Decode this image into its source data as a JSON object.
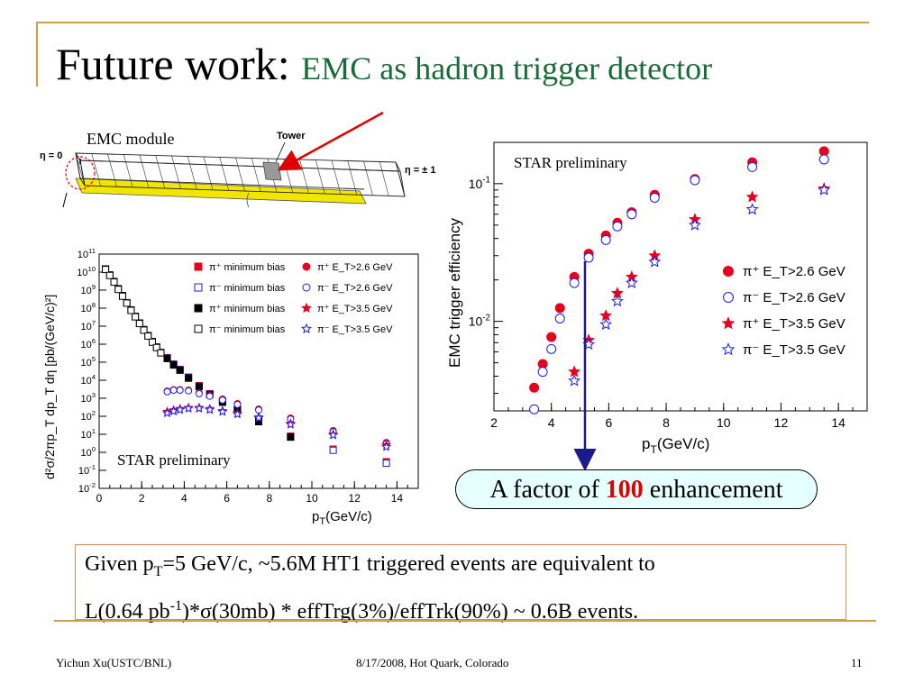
{
  "slide": {
    "title_main": "Future work: ",
    "title_sub": "EMC as hadron trigger detector",
    "page_number": "11"
  },
  "emc_module": {
    "label": "EMC module",
    "tower_label": "Tower",
    "eta0_label": "η = 0",
    "eta1_label": "η = ± 1"
  },
  "callout": {
    "prefix": "A factor of ",
    "number": "100",
    "suffix": " enhancement"
  },
  "info_box": {
    "line1_a": "Given p",
    "line1_sub": "T",
    "line1_b": "=5 GeV/c, ~5.6M HT1 triggered events are equivalent to",
    "line2_a": "L(0.64 pb",
    "line2_sup": "-1",
    "line2_b": ")*σ(30mb) * effTrg(3%)/effTrk(90%) ~ 0.6B events."
  },
  "footer": {
    "author": "Yichun Xu(USTC/BNL)",
    "event": "8/17/2008, Hot Quark, Colorado",
    "page": "11"
  },
  "colors": {
    "frame": "#c9a24a",
    "title_sub": "#1a6b3a",
    "callout_bg": "#e6ffff",
    "callout_number": "#e00000",
    "info_border": "#e08a50",
    "red_marker": "#e8001c",
    "blue_marker": "#1a1aff",
    "arrow_red": "#e00000",
    "arrow_blue": "#1a1a8a"
  },
  "chart_data": [
    {
      "type": "scatter",
      "name_ref": "spectra",
      "annotation": "STAR preliminary",
      "xlabel": "p_T(GeV/c)",
      "ylabel": "d²σ/2πp_T dp_T dη [pb/(GeV/c)²]",
      "xlim": [
        0,
        15
      ],
      "ylim_log10": [
        -2,
        11
      ],
      "y_scale": "log",
      "x_ticks": [
        0,
        2,
        4,
        6,
        8,
        10,
        12,
        14
      ],
      "y_ticks_exp": [
        -2,
        -1,
        0,
        1,
        2,
        3,
        4,
        5,
        6,
        7,
        8,
        9,
        10,
        11
      ],
      "legend_placement": "top-right",
      "series": [
        {
          "name": "π⁺ minimum bias",
          "marker": "filled-square",
          "color": "#e8001c",
          "points": [
            [
              3.2,
              180000.0
            ],
            [
              3.5,
              80000.0
            ],
            [
              3.8,
              40000.0
            ],
            [
              4.2,
              15000.0
            ],
            [
              4.7,
              5000.0
            ],
            [
              5.2,
              1800.0
            ],
            [
              5.8,
              700.0
            ],
            [
              6.5,
              250.0
            ],
            [
              7.5,
              60.0
            ],
            [
              9.0,
              8.0
            ],
            [
              11.0,
              1.5
            ],
            [
              13.5,
              0.3
            ]
          ]
        },
        {
          "name": "π⁻ minimum bias",
          "marker": "open-square",
          "color": "#1a1aff",
          "points": [
            [
              3.2,
              170000.0
            ],
            [
              3.5,
              75000.0
            ],
            [
              3.8,
              38000.0
            ],
            [
              4.2,
              14000.0
            ],
            [
              4.7,
              4600.0
            ],
            [
              5.2,
              1700.0
            ],
            [
              5.8,
              650.0
            ],
            [
              6.5,
              230.0
            ],
            [
              7.5,
              55.0
            ],
            [
              9.0,
              7.0
            ],
            [
              11.0,
              1.3
            ],
            [
              13.5,
              0.25
            ]
          ]
        },
        {
          "name": "π⁺ minimum bias",
          "marker": "filled-square",
          "color": "#000000",
          "points": [
            [
              0.3,
              15000000000.0
            ],
            [
              0.5,
              7000000000.0
            ],
            [
              0.7,
              3000000000.0
            ],
            [
              0.9,
              1200000000.0
            ],
            [
              1.1,
              500000000.0
            ],
            [
              1.3,
              200000000.0
            ],
            [
              1.5,
              80000000.0
            ],
            [
              1.7,
              35000000.0
            ],
            [
              1.9,
              15000000.0
            ],
            [
              2.1,
              6500000.0
            ],
            [
              2.3,
              3000000.0
            ],
            [
              2.5,
              1400000.0
            ],
            [
              2.7,
              700000.0
            ],
            [
              2.9,
              350000.0
            ],
            [
              3.2,
              160000.0
            ],
            [
              3.5,
              70000.0
            ],
            [
              3.8,
              36000.0
            ],
            [
              4.2,
              13000.0
            ],
            [
              4.7,
              4500.0
            ],
            [
              5.2,
              1600.0
            ],
            [
              5.8,
              600.0
            ],
            [
              6.5,
              220.0
            ],
            [
              7.5,
              50.0
            ],
            [
              9.0,
              7.0
            ]
          ]
        },
        {
          "name": "π⁻ minimum bias",
          "marker": "open-square",
          "color": "#000000",
          "points": [
            [
              0.3,
              14000000000.0
            ],
            [
              0.5,
              6500000000.0
            ],
            [
              0.7,
              2800000000.0
            ],
            [
              0.9,
              1100000000.0
            ],
            [
              1.1,
              460000000.0
            ],
            [
              1.3,
              190000000.0
            ],
            [
              1.5,
              75000000.0
            ],
            [
              1.7,
              33000000.0
            ],
            [
              1.9,
              14000000.0
            ],
            [
              2.1,
              6000000.0
            ],
            [
              2.3,
              2800000.0
            ],
            [
              2.5,
              1300000.0
            ],
            [
              2.7,
              650000.0
            ],
            [
              2.9,
              330000.0
            ]
          ]
        },
        {
          "name": "π⁺ E_T>2.6 GeV",
          "marker": "filled-circle",
          "color": "#e8001c",
          "points": [
            [
              3.2,
              2500.0
            ],
            [
              3.5,
              3000.0
            ],
            [
              3.8,
              3000.0
            ],
            [
              4.2,
              2800.0
            ],
            [
              4.7,
              2000.0
            ],
            [
              5.2,
              1400.0
            ],
            [
              5.8,
              900.0
            ],
            [
              6.5,
              500.0
            ],
            [
              7.5,
              250.0
            ],
            [
              9.0,
              80.0
            ],
            [
              11.0,
              16.0
            ],
            [
              13.5,
              3.5
            ]
          ]
        },
        {
          "name": "π⁻ E_T>2.6 GeV",
          "marker": "open-circle",
          "color": "#1a1aff",
          "points": [
            [
              3.2,
              2300.0
            ],
            [
              3.5,
              2800.0
            ],
            [
              3.8,
              2800.0
            ],
            [
              4.2,
              2600.0
            ],
            [
              4.7,
              1800.0
            ],
            [
              5.2,
              1300.0
            ],
            [
              5.8,
              800.0
            ],
            [
              6.5,
              450.0
            ],
            [
              7.5,
              220.0
            ],
            [
              9.0,
              70.0
            ],
            [
              11.0,
              14.0
            ],
            [
              13.5,
              3.0
            ]
          ]
        },
        {
          "name": "π⁺ E_T>3.5 GeV",
          "marker": "filled-star",
          "color": "#e8001c",
          "points": [
            [
              3.2,
              180.0
            ],
            [
              3.5,
              220.0
            ],
            [
              3.8,
              260.0
            ],
            [
              4.2,
              300.0
            ],
            [
              4.7,
              300.0
            ],
            [
              5.2,
              260.0
            ],
            [
              5.8,
              200.0
            ],
            [
              6.5,
              150.0
            ],
            [
              7.5,
              90.0
            ],
            [
              9.0,
              40.0
            ],
            [
              11.0,
              10.0
            ],
            [
              13.5,
              2.5
            ]
          ]
        },
        {
          "name": "π⁻ E_T>3.5 GeV",
          "marker": "open-star",
          "color": "#1a1aff",
          "points": [
            [
              3.2,
              150.0
            ],
            [
              3.5,
              190.0
            ],
            [
              3.8,
              230.0
            ],
            [
              4.2,
              270.0
            ],
            [
              4.7,
              270.0
            ],
            [
              5.2,
              230.0
            ],
            [
              5.8,
              180.0
            ],
            [
              6.5,
              130.0
            ],
            [
              7.5,
              80.0
            ],
            [
              9.0,
              35.0
            ],
            [
              11.0,
              9.0
            ],
            [
              13.5,
              2.0
            ]
          ]
        }
      ]
    },
    {
      "type": "scatter",
      "name_ref": "efficiency",
      "annotation": "STAR preliminary",
      "xlabel": "p_T(GeV/c)",
      "ylabel": "EMC trigger efficiency",
      "xlim": [
        2,
        15
      ],
      "ylim_log10": [
        -2.65,
        -0.7
      ],
      "y_scale": "log",
      "x_ticks": [
        2,
        4,
        6,
        8,
        10,
        12,
        14
      ],
      "y_tick_labels": [
        {
          "exp": -1,
          "label": "10⁻¹"
        },
        {
          "exp": -2,
          "label": "10⁻²"
        }
      ],
      "legend_placement": "right",
      "series": [
        {
          "name": "π⁺ E_T>2.6 GeV",
          "marker": "filled-circle",
          "color": "#e8001c",
          "points": [
            [
              3.4,
              0.0033
            ],
            [
              3.7,
              0.0049
            ],
            [
              4.0,
              0.0077
            ],
            [
              4.3,
              0.0125
            ],
            [
              4.8,
              0.021
            ],
            [
              5.3,
              0.031
            ],
            [
              5.9,
              0.042
            ],
            [
              6.3,
              0.052
            ],
            [
              6.8,
              0.062
            ],
            [
              7.6,
              0.083
            ],
            [
              9.0,
              0.108
            ],
            [
              11.0,
              0.143
            ],
            [
              13.5,
              0.172
            ]
          ]
        },
        {
          "name": "π⁻ E_T>2.6 GeV",
          "marker": "open-circle",
          "color": "#1a1aff",
          "points": [
            [
              3.4,
              0.0023
            ],
            [
              3.7,
              0.0043
            ],
            [
              4.0,
              0.0063
            ],
            [
              4.3,
              0.0105
            ],
            [
              4.8,
              0.019
            ],
            [
              5.3,
              0.029
            ],
            [
              5.9,
              0.039
            ],
            [
              6.3,
              0.049
            ],
            [
              6.8,
              0.06
            ],
            [
              7.6,
              0.079
            ],
            [
              9.0,
              0.106
            ],
            [
              11.0,
              0.132
            ],
            [
              13.5,
              0.15
            ]
          ]
        },
        {
          "name": "π⁺ E_T>3.5 GeV",
          "marker": "filled-star",
          "color": "#e8001c",
          "points": [
            [
              4.8,
              0.0043
            ],
            [
              5.3,
              0.0073
            ],
            [
              5.9,
              0.011
            ],
            [
              6.3,
              0.016
            ],
            [
              6.8,
              0.021
            ],
            [
              7.6,
              0.03
            ],
            [
              9.0,
              0.055
            ],
            [
              11.0,
              0.08
            ],
            [
              13.5,
              0.092
            ]
          ]
        },
        {
          "name": "π⁻ E_T>3.5 GeV",
          "marker": "open-star",
          "color": "#1a1aff",
          "points": [
            [
              4.8,
              0.0037
            ],
            [
              5.3,
              0.0068
            ],
            [
              5.9,
              0.0095
            ],
            [
              6.3,
              0.014
            ],
            [
              6.8,
              0.019
            ],
            [
              7.6,
              0.027
            ],
            [
              9.0,
              0.05
            ],
            [
              11.0,
              0.065
            ],
            [
              13.5,
              0.09
            ]
          ]
        }
      ]
    }
  ]
}
